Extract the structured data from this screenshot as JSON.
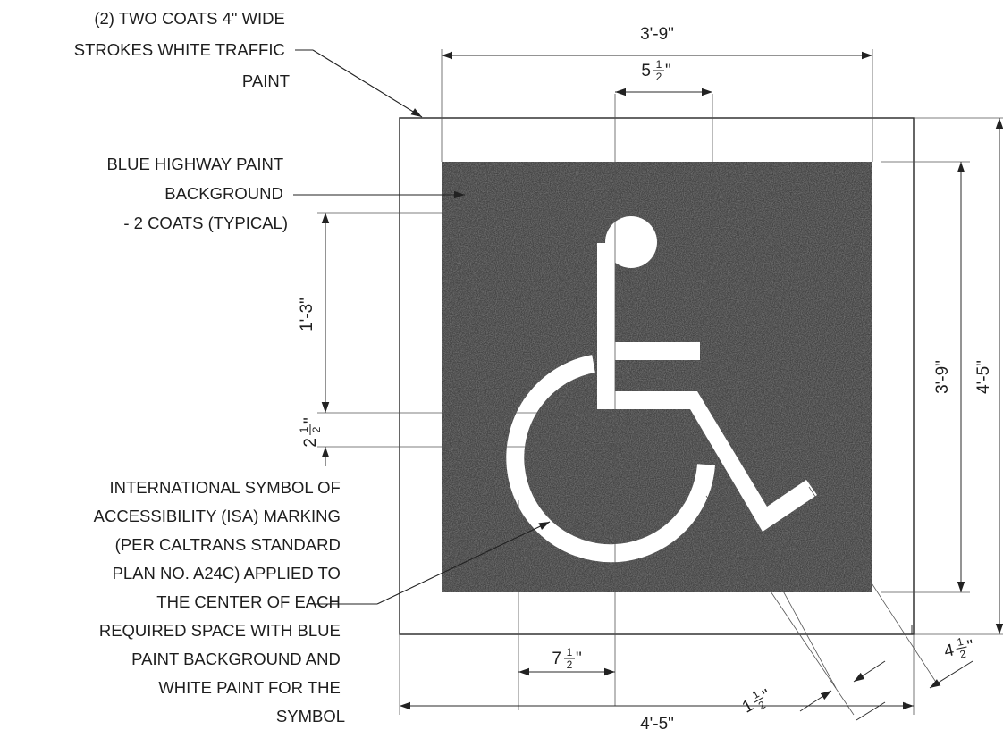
{
  "notes": {
    "stroke_paint": [
      "(2) TWO COATS 4\" WIDE",
      "STROKES WHITE TRAFFIC",
      "PAINT"
    ],
    "blue_background": [
      "BLUE HIGHWAY PAINT",
      "BACKGROUND",
      "- 2 COATS (TYPICAL)"
    ],
    "isa_marking": [
      "INTERNATIONAL SYMBOL OF",
      "ACCESSIBILITY (ISA) MARKING",
      "(PER CALTRANS STANDARD",
      "PLAN NO. A24C) APPLIED TO",
      "THE CENTER OF EACH",
      "REQUIRED SPACE WITH BLUE",
      "PAINT BACKGROUND AND",
      "WHITE PAINT FOR THE",
      "SYMBOL"
    ]
  },
  "dimensions": {
    "top_width": "3'-9\"",
    "bottom_width": "4'-5\"",
    "right_inner": "3'-9\"",
    "right_outer": "4'-5\"",
    "head_offset": {
      "whole": "5",
      "num": "1",
      "den": "2"
    },
    "seat_offset": {
      "whole": "7",
      "num": "1",
      "den": "2"
    },
    "border_gap": {
      "whole": "4",
      "num": "1",
      "den": "2"
    },
    "leg_gap": {
      "whole": "1",
      "num": "1",
      "den": "2"
    },
    "left_vertical": "1'-3\"",
    "left_small": {
      "whole": "2",
      "num": "1",
      "den": "2"
    }
  },
  "colors": {
    "background_fill": "#454545",
    "symbol_fill": "#ffffff",
    "line": "#2a2a2a",
    "text": "#1e1e1e"
  }
}
